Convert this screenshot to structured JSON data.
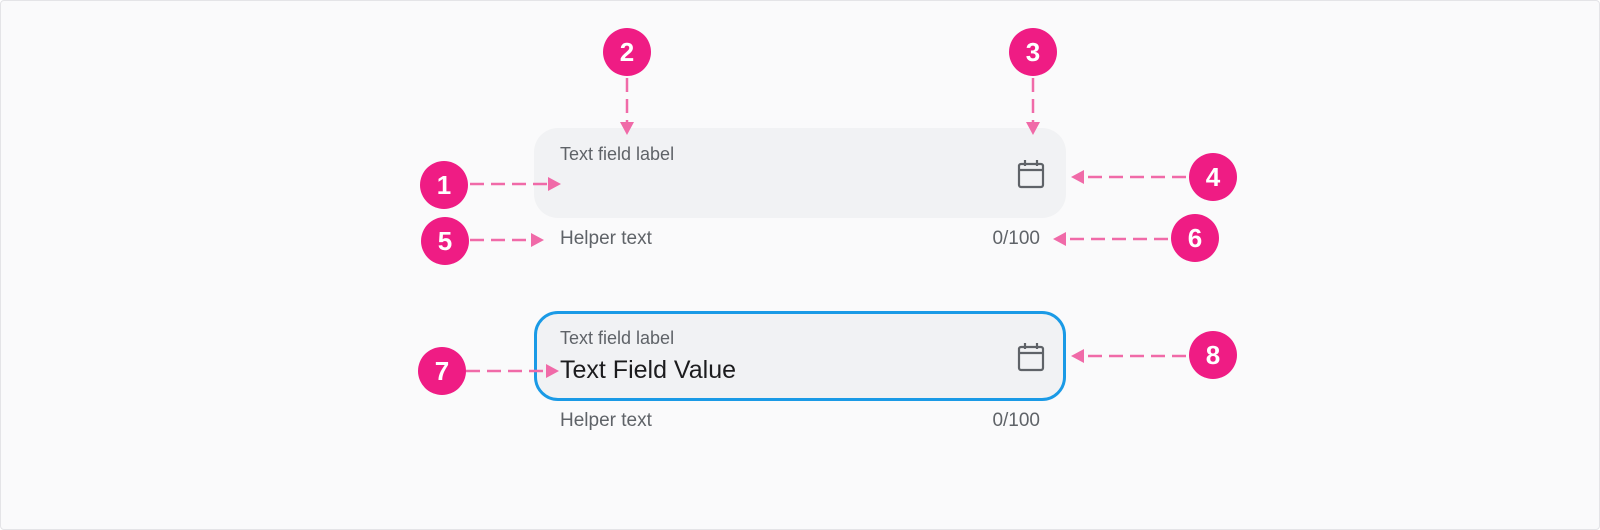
{
  "field_default": {
    "label": "Text field label",
    "icon": "calendar-icon",
    "helper": "Helper text",
    "counter": "0/100"
  },
  "field_focused": {
    "label": "Text field label",
    "value": "Text Field Value",
    "icon": "calendar-icon",
    "helper": "Helper text",
    "counter": "0/100"
  },
  "callouts": [
    "1",
    "2",
    "3",
    "4",
    "5",
    "6",
    "7",
    "8"
  ],
  "colors": {
    "callout": "#ef1c84",
    "arrow": "#f06aa8",
    "focus_border": "#1a9ae6",
    "field_bg": "#f1f2f4"
  }
}
